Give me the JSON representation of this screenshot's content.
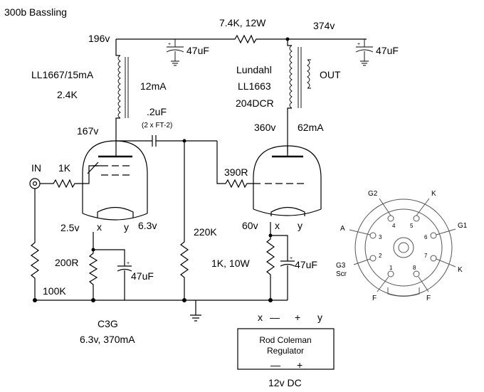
{
  "title": "300b Bassling",
  "labels": {
    "v196": "196v",
    "r_74k": "7.4K, 12W",
    "v374": "374v",
    "cap_top_left": "47uF",
    "cap_top_right": "47uF",
    "ll1667": "LL1667/15mA",
    "r_24k": "2.4K",
    "ma12": "12mA",
    "lundahl": "Lundahl",
    "ll1663": "LL1663",
    "dcr204": "204DCR",
    "out": "OUT",
    "coupling_cap": ".2uF",
    "coupling_note": "(2 x FT-2)",
    "v167": "167v",
    "v360": "360v",
    "ma62": "62mA",
    "in": "IN",
    "r_1k": "1K",
    "r_390": "390R",
    "v25": "2.5v",
    "x1": "x",
    "y1": "y",
    "v63": "6.3v",
    "r_220k": "220K",
    "v60": "60v",
    "x2": "x",
    "y2": "y",
    "r_200": "200R",
    "cap_cathode1": "47uF",
    "r_1k10w": "1K, 10W",
    "cap_cathode2": "47uF",
    "r_100k": "100K",
    "c3g": "C3G",
    "heater": "6.3v, 370mA",
    "reg_x": "x",
    "reg_y": "y",
    "reg_minus": "—",
    "reg_plus": "+",
    "regulator_line1": "Rod Coleman",
    "regulator_line2": "Regulator",
    "reg_bot_minus": "—",
    "reg_bot_plus": "+",
    "dc12": "12v DC"
  },
  "pinout": {
    "g2": "G2",
    "k_top": "K",
    "a": "A",
    "g1": "G1",
    "g3_line1": "G3",
    "g3_line2": "Scr",
    "k_right": "K",
    "f_left": "F",
    "f_right": "F",
    "p1": "1",
    "p2": "2",
    "p3": "3",
    "p4": "4",
    "p5": "5",
    "p6": "6",
    "p7": "7",
    "p8": "8"
  }
}
